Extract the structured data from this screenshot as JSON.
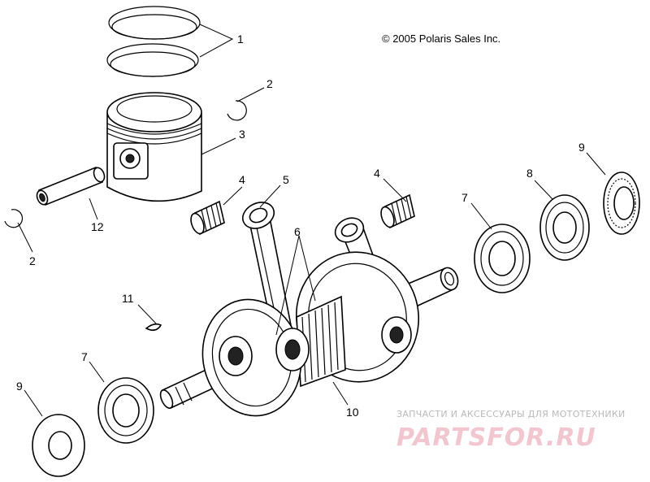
{
  "copyright": "© 2005 Polaris Sales Inc.",
  "watermark": {
    "tagline": "ЗАПЧАСТИ И АКСЕССУАРЫ ДЛЯ МОТОТЕХНИКИ",
    "brand": "PARTSFOR.RU"
  },
  "callouts": {
    "c1": "1",
    "c2a": "2",
    "c2b": "2",
    "c3": "3",
    "c4a": "4",
    "c4b": "4",
    "c5": "5",
    "c6": "6",
    "c7a": "7",
    "c7b": "7",
    "c8": "8",
    "c9a": "9",
    "c9b": "9",
    "c10": "10",
    "c11": "11",
    "c12": "12"
  }
}
